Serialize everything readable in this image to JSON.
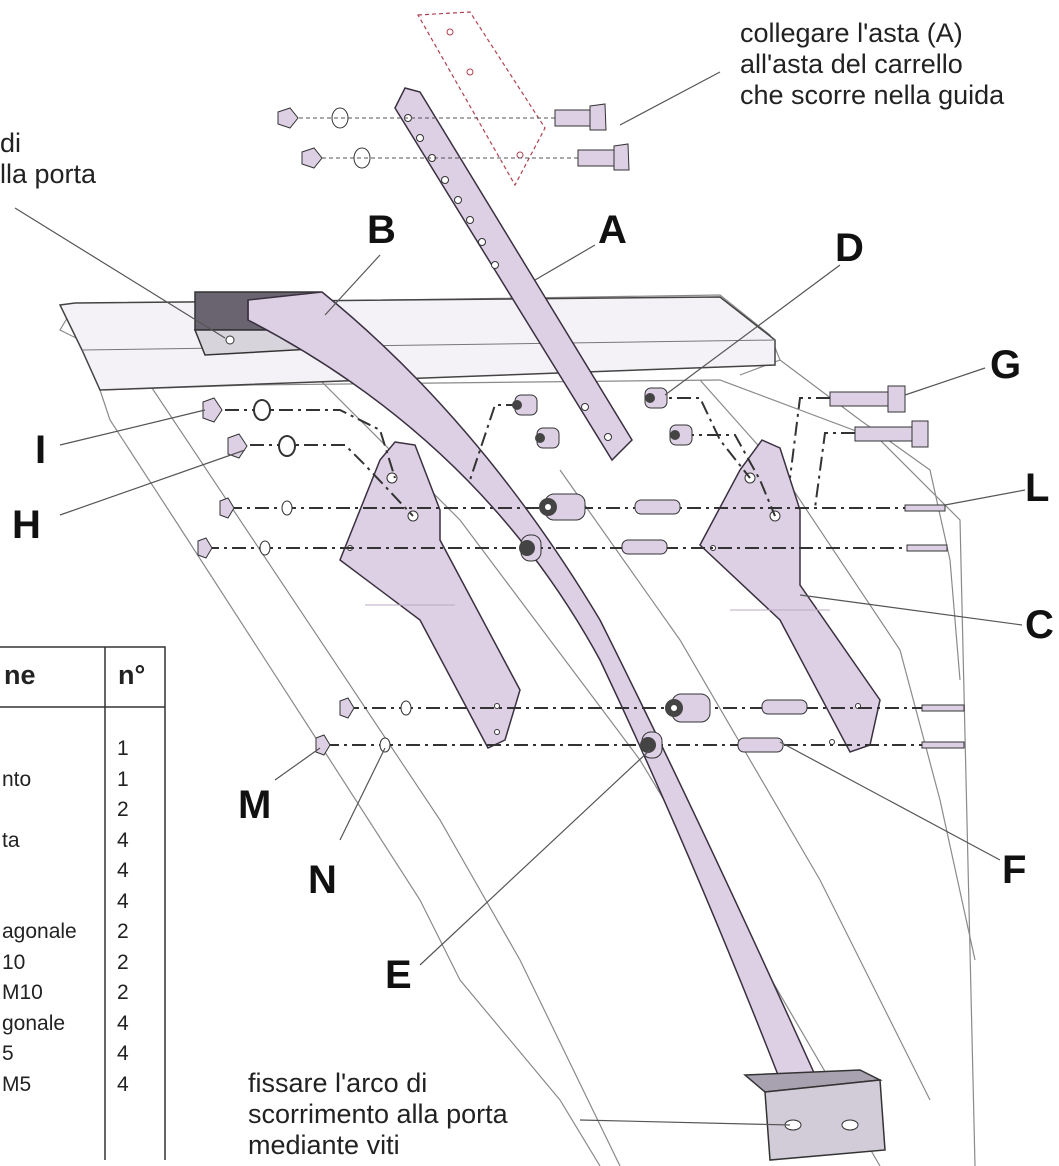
{
  "annotations": {
    "top_right_lines": [
      "collegare l'asta (A)",
      "all'asta del  carrello",
      "che scorre nella guida"
    ],
    "top_left_lines": [
      "di",
      "lla porta"
    ],
    "bottom_lines": [
      "fissare l'arco di",
      "scorrimento alla porta",
      "mediante viti"
    ]
  },
  "part_labels": [
    "A",
    "B",
    "C",
    "D",
    "E",
    "F",
    "G",
    "H",
    "I",
    "L",
    "M",
    "N"
  ],
  "table": {
    "desc_header": "ne",
    "qty_header": "n°",
    "descriptions": [
      "",
      "nto",
      "",
      "ta",
      "",
      "",
      "agonale",
      "10",
      "M10",
      "gonale",
      "5",
      "M5"
    ],
    "quantities": [
      "1",
      "1",
      "2",
      "4",
      "4",
      "4",
      "2",
      "2",
      "2",
      "4",
      "4",
      "4"
    ]
  },
  "colors": {
    "part_fill": "#ddd0e4",
    "part_stroke": "#3a3040",
    "bracket_dark": "#6a6470",
    "line": "#555555"
  }
}
